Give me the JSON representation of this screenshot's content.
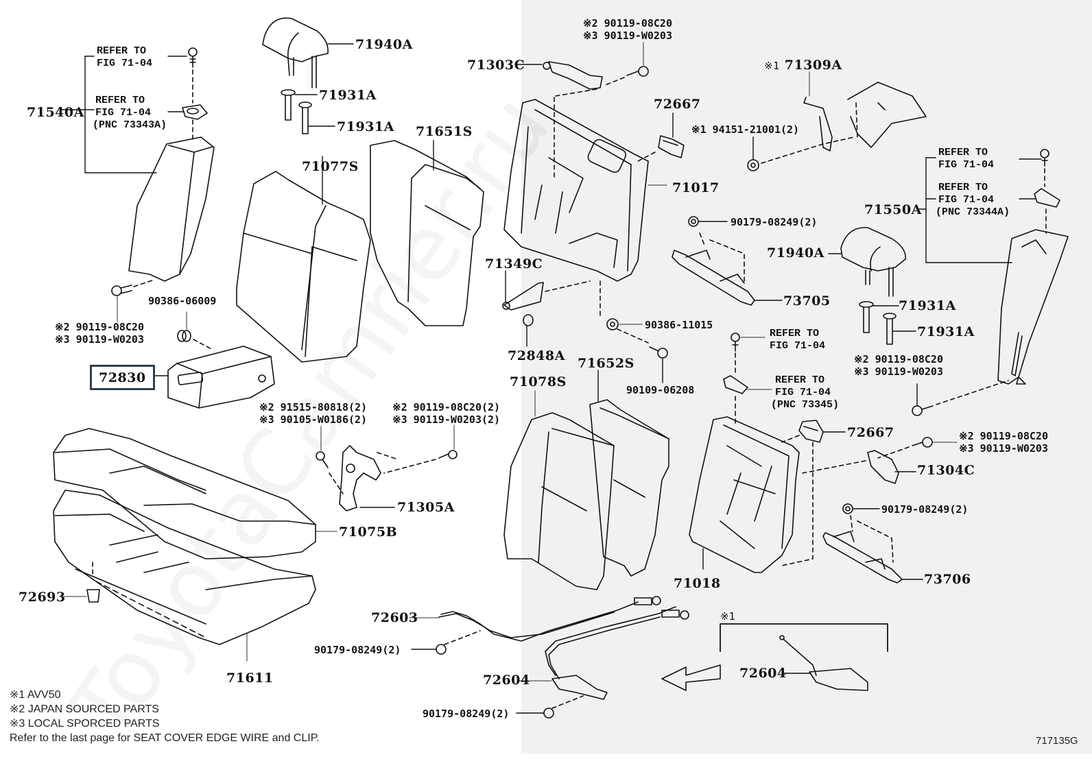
{
  "figure": {
    "id": "717135G",
    "watermark": "ToyotaCamrier.ru",
    "highlighted_part": "72830"
  },
  "parts": {
    "headrest_left": "71940A",
    "headrest_right": "71940A",
    "support_a1": "71931A",
    "support_a2": "71931A",
    "support_b1": "71931A",
    "support_b2": "71931A",
    "side_back_left": "71540A",
    "side_back_right": "71550A",
    "back_cover_left": "71077S",
    "back_pad_left": "71651S",
    "back_cover_right": "71078S",
    "back_pad_right": "71652S",
    "frame_upper": "71017",
    "frame_lower": "71018",
    "hinge_upper": "71303C",
    "hinge_lower": "71304C",
    "hook_wire": "71309A",
    "bezel_upper": "72667",
    "bezel_lower": "72667",
    "lock_striker_upper": "73705",
    "lock_striker_lower": "73706",
    "hinge_cover": "71349C",
    "cap": "72848A",
    "armrest": "72830",
    "hinge_bracket": "71305A",
    "cushion_cover": "71075B",
    "cushion_pad": "71611",
    "clip": "72693",
    "cable_left": "72603",
    "cable_right": "72604",
    "cable_right_alt": "72604"
  },
  "fasteners": {
    "bolt_upper_pair": [
      "※2 90119-08C20",
      "※3 90119-W0203"
    ],
    "bolt_left_pair": [
      "※2 90119-08C20",
      "※3 90119-W0203"
    ],
    "bolt_right_mid_pair": [
      "※2 90119-08C20",
      "※3 90119-W0203"
    ],
    "bolt_right_low_pair": [
      "※2 90119-08C20",
      "※3 90119-W0203"
    ],
    "bracket_bolt_pair": [
      "※2 91515-80818(2)",
      "※3 90105-W0186(2)"
    ],
    "bracket_bolt_pair_right": [
      "※2 90119-08C20(2)",
      "※3 90119-W0203(2)"
    ],
    "clip_94151": "※1 94151-21001(2)",
    "nut_upper": "90179-08249(2)",
    "nut_lower": "90179-08249(2)",
    "nut_cable_a": "90179-08249(2)",
    "nut_cable_b": "90179-08249(2)",
    "cushion_90386": "90386-06009",
    "frame_90386": "90386-11015",
    "bolt_90109": "90109-06208",
    "hook_prefix": "※1"
  },
  "references": {
    "left_top": [
      "REFER TO",
      "FIG 71-04"
    ],
    "left_mid": [
      "REFER TO",
      "FIG 71-04",
      "(PNC 73343A)"
    ],
    "right_top": [
      "REFER TO",
      "FIG 71-04"
    ],
    "right_mid": [
      "REFER TO",
      "FIG 71-04",
      "(PNC 73344A)"
    ],
    "center_top": [
      "REFER TO",
      "FIG 71-04"
    ],
    "center_mid": [
      "REFER TO",
      "FIG 71-04",
      "(PNC 73345)"
    ]
  },
  "variant_box": {
    "marker": "※1"
  },
  "notes": [
    "※1 AVV50",
    "※2 JAPAN SOURCED PARTS",
    "※3 LOCAL SPORCED PARTS",
    "Refer to the last page for SEAT COVER EDGE WIRE and CLIP."
  ]
}
